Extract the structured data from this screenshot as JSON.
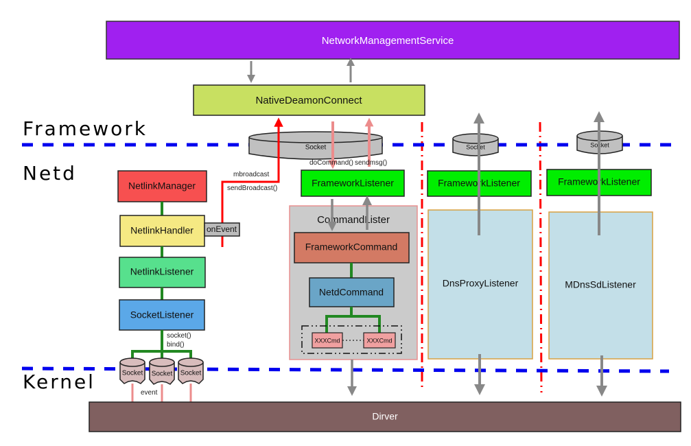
{
  "layers": {
    "framework": "Framework",
    "netd": "Netd",
    "kernel": "Kernel"
  },
  "top": {
    "network_management_service": "NetworkManagementService",
    "native_daemon_connect": "NativeDeamonConnect"
  },
  "netlink_stack": {
    "netlink_manager": "NetlinkManager",
    "netlink_handler": "NetlinkHandler",
    "on_event": "onEvent",
    "netlink_listener": "NetlinkListener",
    "socket_listener": "SocketListener",
    "socket_call": "socket()",
    "bind_call": "bind()",
    "kernel_sockets": [
      "Socket",
      "Socket",
      "Socket"
    ],
    "event_label": "event",
    "mbroadcast": "mbroadcast",
    "send_broadcast": "sendBroadcast()"
  },
  "command_column": {
    "socket": "Socket",
    "do_command": "doCommand()",
    "sendmsg": "sendmsg()",
    "framework_listener": "FrameworkListener",
    "command_lister": "CommandLister",
    "framework_command": "FrameworkCommand",
    "netd_command": "NetdCommand",
    "xxx_cmds": [
      "XXXCmd",
      "XXXCmd"
    ]
  },
  "dns_column": {
    "socket": "Socket",
    "framework_listener": "FrameworkListener",
    "listener": "DnsProxyListener"
  },
  "mdns_column": {
    "socket": "Socket",
    "framework_listener": "FrameworkListener",
    "listener": "MDnsSdListener"
  },
  "bottom": {
    "driver": "Dirver"
  },
  "colors": {
    "nms": "#a020f0",
    "ndc": "#c8e061",
    "netlink_manager": "#f75050",
    "netlink_handler": "#f5e983",
    "netlink_listener": "#57e08d",
    "socket_listener": "#5ba8e8",
    "framework_listener": "#00ee00",
    "framework_command": "#d37a64",
    "netd_command": "#6aa5c7",
    "xxx_cmd": "#f0a0a0",
    "command_lister_bg": "#cbcbcb",
    "listener_bg": "#c3dfe8",
    "driver": "#806060",
    "layer_divider": "#0000ee",
    "column_divider": "#ff0000",
    "green_link": "#228822",
    "gray_arrow": "#888888",
    "pink_arrow": "#ec8c8c",
    "red_arrow": "#ff0000"
  }
}
